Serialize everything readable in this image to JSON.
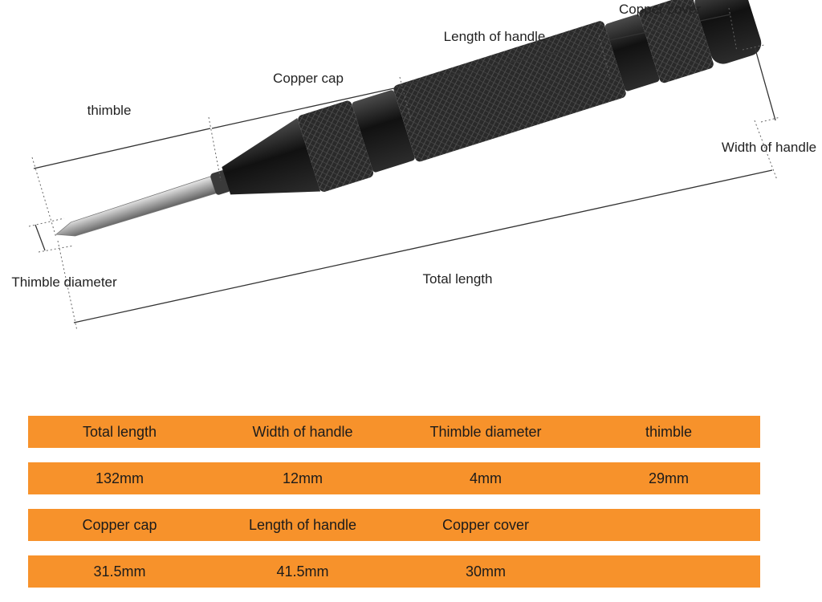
{
  "diagram": {
    "labels": {
      "thimble": "thimble",
      "copper_cap": "Copper cap",
      "length_of_handle": "Length of handle",
      "copper_cover": "Copper cover",
      "width_of_handle": "Width of handle",
      "thimble_diameter": "Thimble diameter",
      "total_length": "Total length"
    }
  },
  "spec_table": {
    "rows": [
      {
        "cells": [
          "Total length",
          "Width of handle",
          "Thimble diameter",
          "thimble"
        ]
      },
      {
        "cells": [
          "132mm",
          "12mm",
          "4mm",
          "29mm"
        ]
      },
      {
        "cells": [
          "Copper cap",
          "Length of handle",
          "Copper cover",
          ""
        ]
      },
      {
        "cells": [
          "31.5mm",
          "41.5mm",
          "30mm",
          ""
        ]
      }
    ]
  },
  "colors": {
    "row_fill": "#f7922b",
    "tool_body": "#1f1f1f",
    "steel": "#b9b9b9",
    "dimension_line": "#333333"
  }
}
